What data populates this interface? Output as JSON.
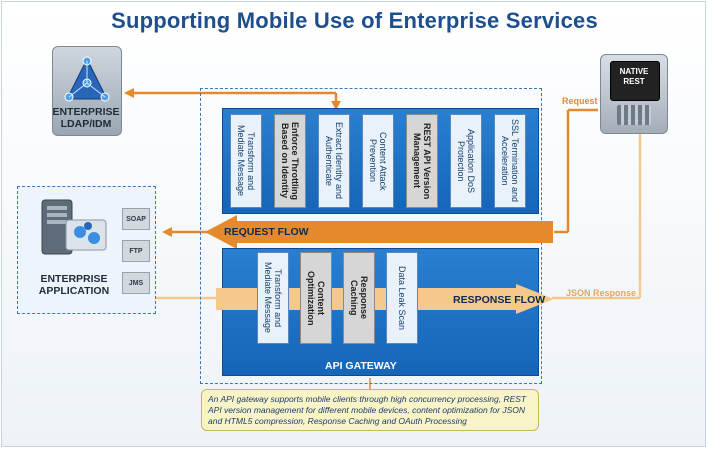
{
  "title": "Supporting Mobile Use of Enterprise Services",
  "ldap": {
    "label_line1": "ENTERPRISE",
    "label_line2": "LDAP/IDM"
  },
  "native_rest": {
    "line1": "NATIVE",
    "line2": "REST"
  },
  "request_label": "Request",
  "json_response_label": "JSON Response",
  "request_flow_label": "REQUEST FLOW",
  "response_flow_label": "RESPONSE FLOW",
  "gateway_label": "API GATEWAY",
  "enterprise_app": {
    "line1": "ENTERPRISE",
    "line2": "APPLICATION",
    "protocols": [
      "SOAP",
      "FTP",
      "JMS"
    ]
  },
  "request_modules": [
    {
      "label": "Transform and\nMediate Message",
      "highlight": false
    },
    {
      "label": "Enforce Throttling\nBased on Identity",
      "highlight": true
    },
    {
      "label": "Extract Identity and\nAuthenticate",
      "highlight": false
    },
    {
      "label": "Content Attack\nPrevention",
      "highlight": false
    },
    {
      "label": "REST API Version\nManagement",
      "highlight": true
    },
    {
      "label": "Application DoS\nProtection",
      "highlight": false
    },
    {
      "label": "SSL Termination and\nAcceleration",
      "highlight": false
    }
  ],
  "response_modules": [
    {
      "label": "Transform and\nMediate Message",
      "highlight": false
    },
    {
      "label": "Content\nOptimization",
      "highlight": true
    },
    {
      "label": "Response\nCaching",
      "highlight": true
    },
    {
      "label": "Data Leak Scan",
      "highlight": false
    }
  ],
  "note": "An API gateway supports mobile clients through high concurrency processing, REST API version management for different mobile devices, content optimization for JSON and HTML5 compression, Response Caching and OAuth Processing",
  "colors": {
    "orange": "#e58a2c",
    "light_orange": "#f5c98e",
    "blue": "#1e6fc2",
    "navy": "#1f4e8c"
  }
}
